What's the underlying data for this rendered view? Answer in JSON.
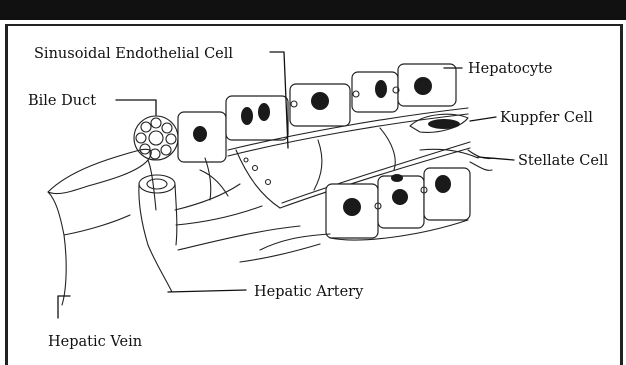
{
  "labels": {
    "sinusoidal_endothelial_cell": "Sinusoidal Endothelial Cell",
    "hepatocyte": "Hepatocyte",
    "bile_duct": "Bile Duct",
    "kupffer_cell": "Kuppfer Cell",
    "stellate_cell": "Stellate Cell",
    "hepatic_artery": "Hepatic Artery",
    "hepatic_vein": "Hepatic Vein"
  },
  "colors": {
    "ink": "#111111",
    "background": "#ffffff",
    "frame": "#222222"
  }
}
